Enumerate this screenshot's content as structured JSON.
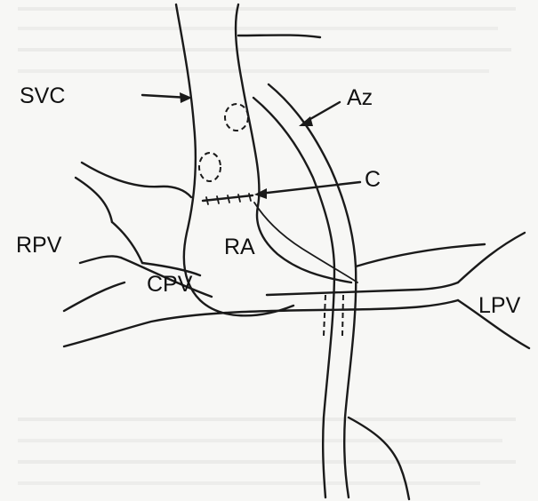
{
  "diagram": {
    "labels": {
      "svc": "SVC",
      "az": "Az",
      "c": "C",
      "rpv": "RPV",
      "ra": "RA",
      "cpv": "CPV",
      "lpv": "LPV"
    },
    "colors": {
      "ink": "#1a1a1a",
      "paper": "#f7f7f5",
      "bleed_text": "#c9c9c6"
    }
  }
}
